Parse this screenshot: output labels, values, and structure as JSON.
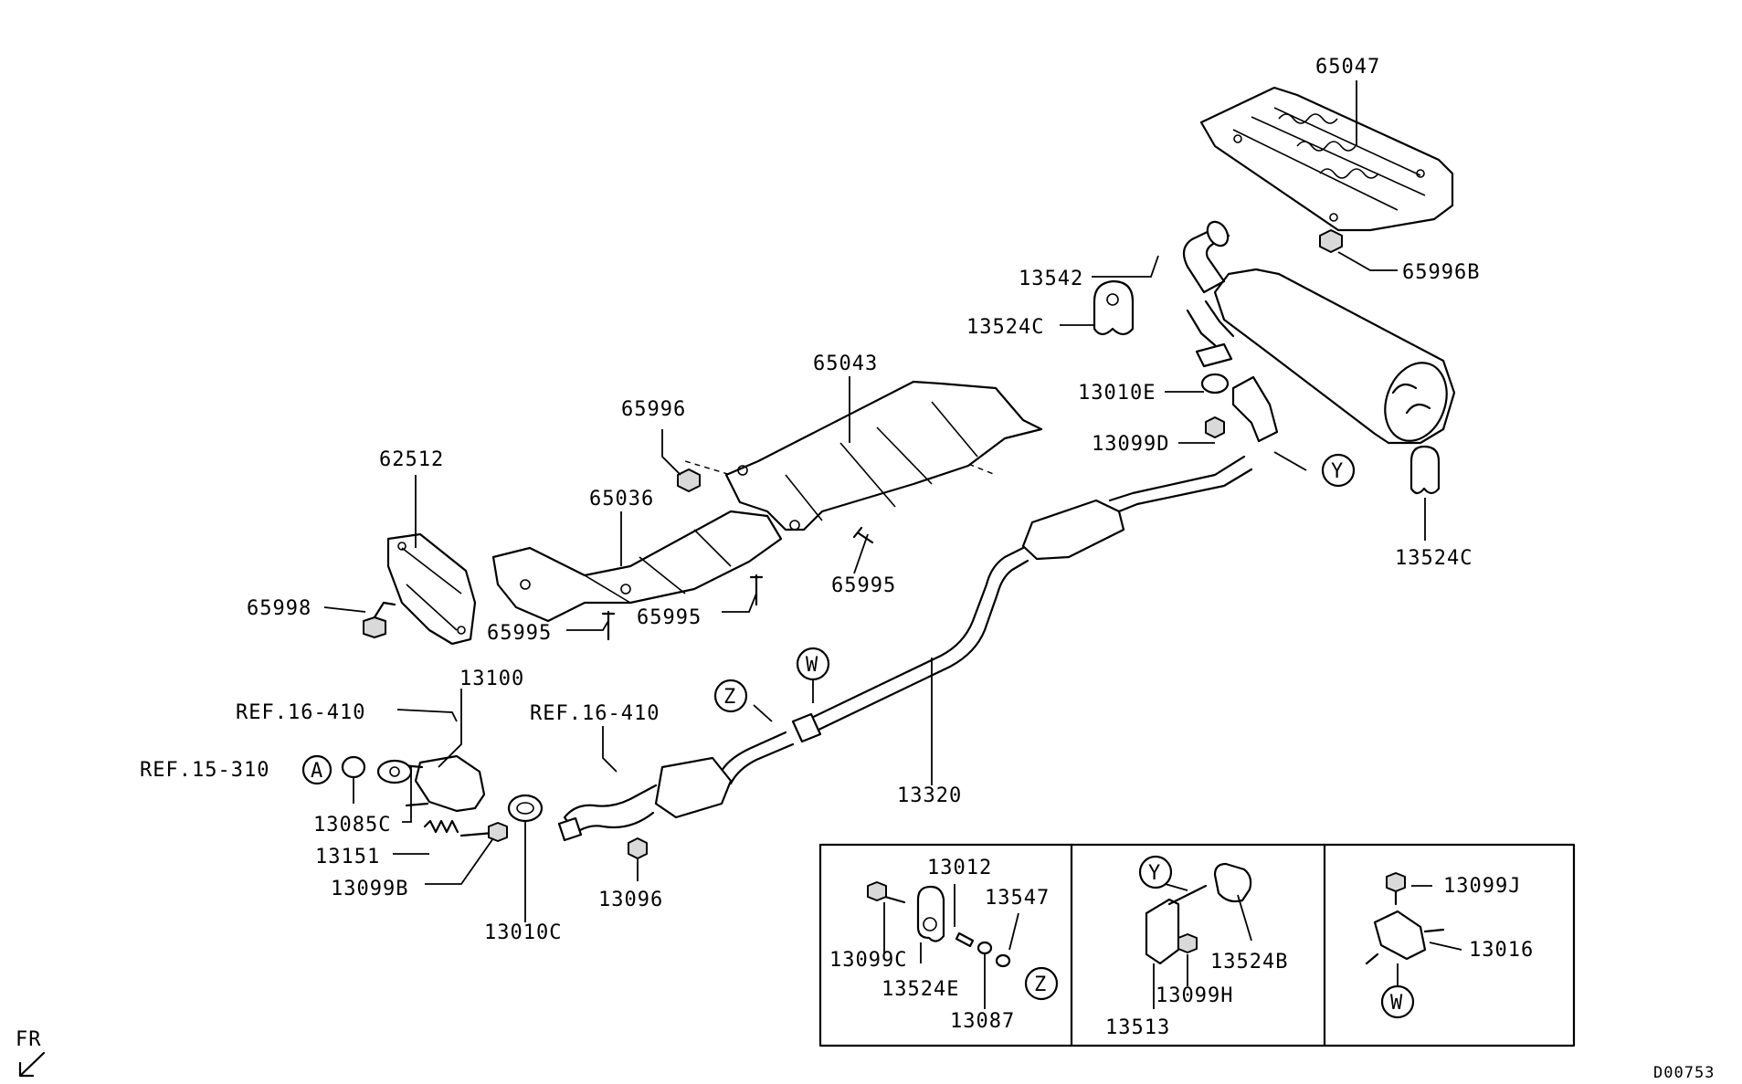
{
  "diagram_code": "D00753",
  "direction_label": "FR",
  "parts": {
    "p65047": "65047",
    "p65996B": "65996B",
    "p13542": "13542",
    "p13524C_a": "13524C",
    "p13010E": "13010E",
    "p13099D": "13099D",
    "p13524C_b": "13524C",
    "p65043": "65043",
    "p65996": "65996",
    "p62512": "62512",
    "p65036": "65036",
    "p65995_a": "65995",
    "p65995_b": "65995",
    "p65995_c": "65995",
    "p65998": "65998",
    "p13100": "13100",
    "p13320": "13320",
    "p13085C": "13085C",
    "p13151": "13151",
    "p13099B": "13099B",
    "p13010C": "13010C",
    "p13096": "13096",
    "p13012": "13012",
    "p13547": "13547",
    "p13099C": "13099C",
    "p13524E": "13524E",
    "p13087": "13087",
    "p13524B": "13524B",
    "p13099H": "13099H",
    "p13513": "13513",
    "p13099J": "13099J",
    "p13016": "13016"
  },
  "references": {
    "ref_16_410_a": "REF.16-410",
    "ref_16_410_b": "REF.16-410",
    "ref_15_310": "REF.15-310"
  },
  "markers": {
    "A": "A",
    "W_main": "W",
    "Z_main": "Z",
    "Y_main": "Y",
    "Z_detail": "Z",
    "Y_detail": "Y",
    "W_detail": "W"
  }
}
